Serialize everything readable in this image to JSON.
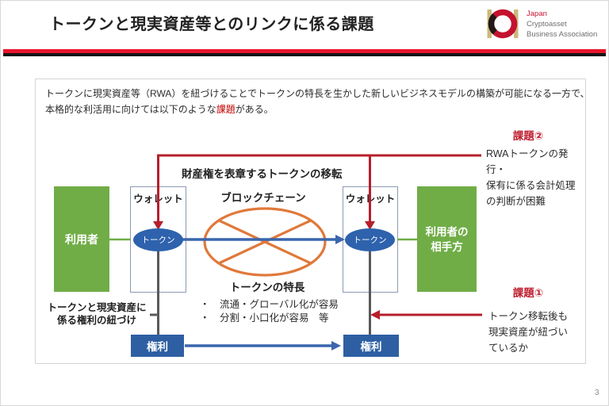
{
  "header": {
    "title": "トークンと現実資産等とのリンクに係る課題",
    "logo": {
      "line1": "Japan",
      "line2": "Cryptoasset",
      "line3": "Business Association"
    }
  },
  "intro": {
    "line1": "トークンに現実資産等（RWA）を紐づけることでトークンの特長を生かした新しいビジネスモデルの構築が可能になる一方で、",
    "line2_before": "本格的な利活用に向けては以下のような",
    "line2_highlight": "課題",
    "line2_after": "がある。"
  },
  "diagram": {
    "transfer_label": "財産権を表章するトークンの移転",
    "blockchain_label": "ブロックチェーン",
    "wallet_left": "ウォレット",
    "wallet_right": "ウォレット",
    "token_left": "トークン",
    "token_right": "トークン",
    "user_left": "利用者",
    "user_right": "利用者の\n相手方",
    "right_box_left": "権利",
    "right_box_right": "権利",
    "features_title": "トークンの特長",
    "features": [
      "・　流通・グローバル化が容易",
      "・　分割・小口化が容易　等"
    ],
    "binding_note": "トークンと現実資産に\n係る権利の紐づけ"
  },
  "issues": {
    "issue2": {
      "label": "課題②",
      "text": "RWAトークンの発行・\n保有に係る会計処理\nの判断が困難"
    },
    "issue1": {
      "label": "課題①",
      "text": "トークン移転後も\n現実資産が紐づい\nているか"
    }
  },
  "page_number": "3",
  "colors": {
    "accent_red_bar": "#e8152d",
    "callout_red": "#b71f2b",
    "highlight_red": "#c00000",
    "green": "#70ad47",
    "box_blue": "#2e5fa3",
    "arrow_blue": "#3a66ae",
    "orange": "#e0793a",
    "gray_line": "#595959",
    "logo_red": "#c4122f",
    "logo_tan": "#c9b97c"
  }
}
